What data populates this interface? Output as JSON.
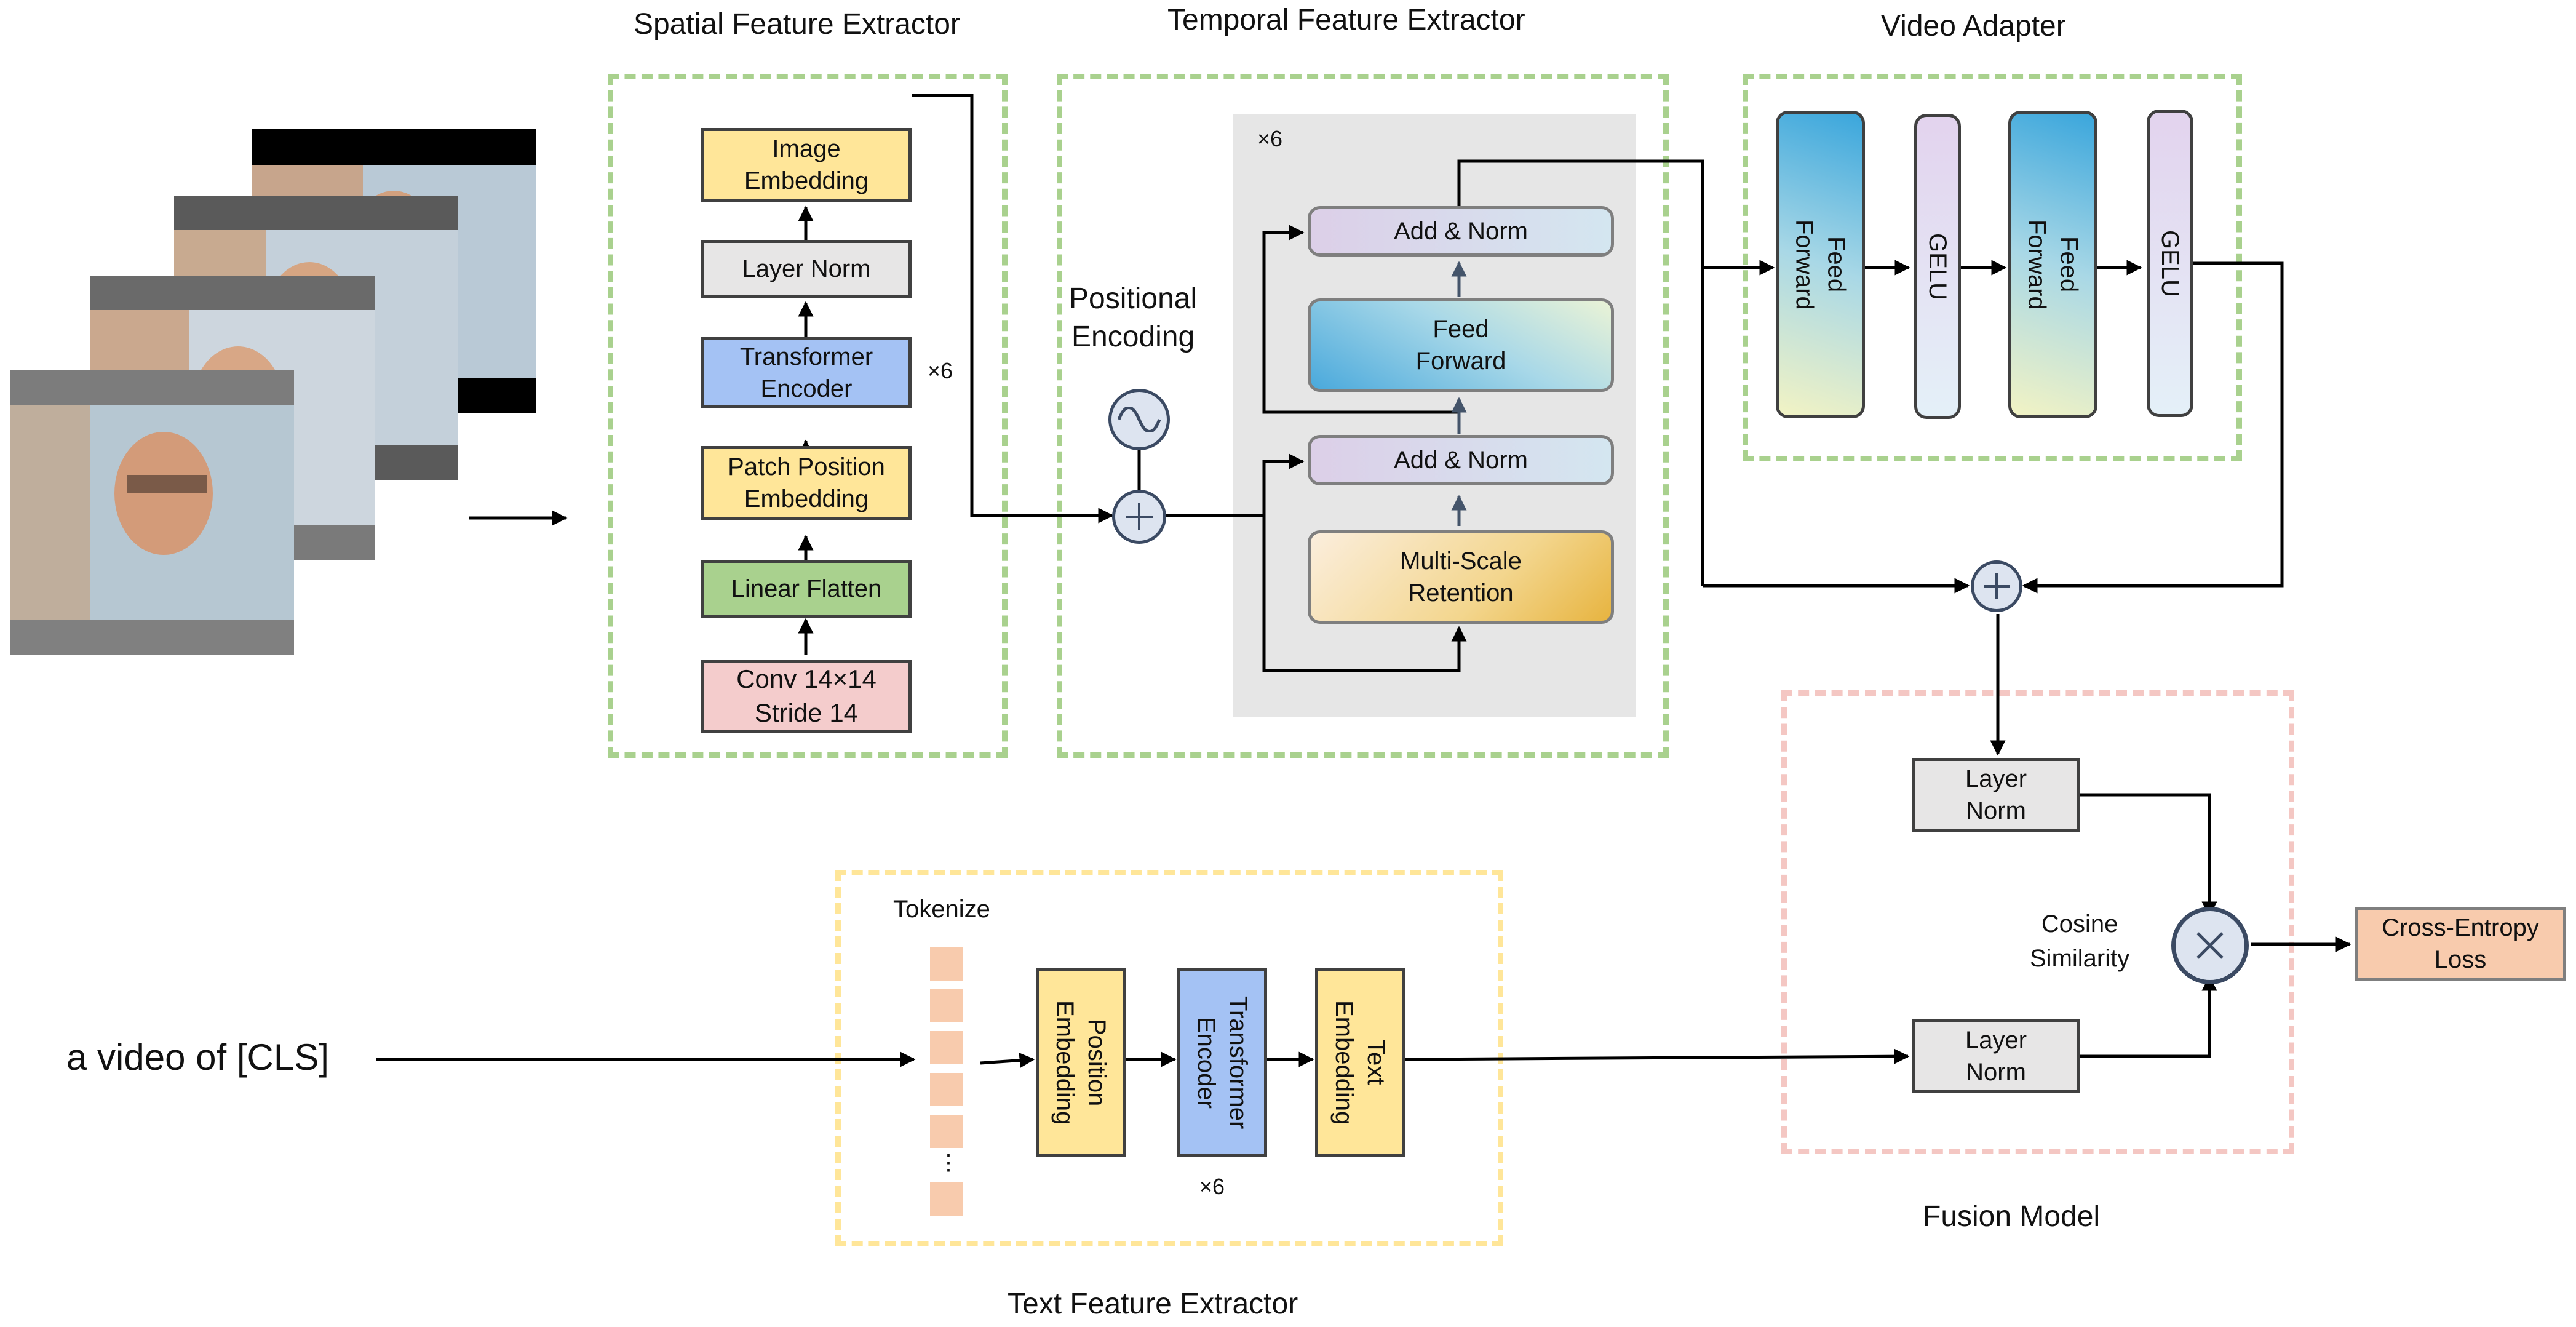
{
  "sections": {
    "spatial": "Spatial Feature Extractor",
    "temporal": "Temporal Feature Extractor",
    "adapter": "Video Adapter",
    "text": "Text Feature Extractor",
    "fusion": "Fusion Model"
  },
  "spatial": {
    "image_embedding": [
      "Image",
      "Embedding"
    ],
    "layer_norm": "Layer Norm",
    "transformer_encoder": [
      "Transformer",
      "Encoder"
    ],
    "repeat": "×6",
    "patch_position": [
      "Patch Position",
      "Embedding"
    ],
    "linear_flatten": "Linear Flatten",
    "conv": [
      "Conv 14×14",
      "Stride 14"
    ]
  },
  "temporal": {
    "positional_encoding": [
      "Positional",
      "Encoding"
    ],
    "repeat": "×6",
    "add_norm_top": "Add & Norm",
    "feed_forward": [
      "Feed",
      "Forward"
    ],
    "add_norm_bottom": "Add & Norm",
    "retention": [
      "Multi-Scale",
      "Retention"
    ]
  },
  "adapter": {
    "ff1": [
      "Feed",
      "Forward"
    ],
    "gelu1": "GELU",
    "ff2": [
      "Feed",
      "Forward"
    ],
    "gelu2": "GELU"
  },
  "text": {
    "input": "a video of [CLS]",
    "tokenize": "Tokenize",
    "ellipsis": "⋮",
    "position_embedding": [
      "Position",
      "Embedding"
    ],
    "transformer_encoder": [
      "Transformer",
      "Encoder"
    ],
    "repeat": "×6",
    "text_embedding": [
      "Text",
      "Embedding"
    ]
  },
  "fusion": {
    "layer_norm_top": [
      "Layer",
      "Norm"
    ],
    "layer_norm_bottom": [
      "Layer",
      "Norm"
    ],
    "cosine": [
      "Cosine",
      "Similarity"
    ],
    "loss": [
      "Cross-Entropy",
      "Loss"
    ]
  },
  "colors": {
    "yellow_box": "#ffe699",
    "blue_box": "#a4c2f4",
    "green_box": "#a9d18e",
    "pink_box": "#f4cccc",
    "gray_box": "#e7e6e6",
    "loss_box": "#f8cbad",
    "dashed_green": "#a9d18e",
    "dashed_yellow": "#ffe699",
    "dashed_pink": "#f4c7c3"
  }
}
